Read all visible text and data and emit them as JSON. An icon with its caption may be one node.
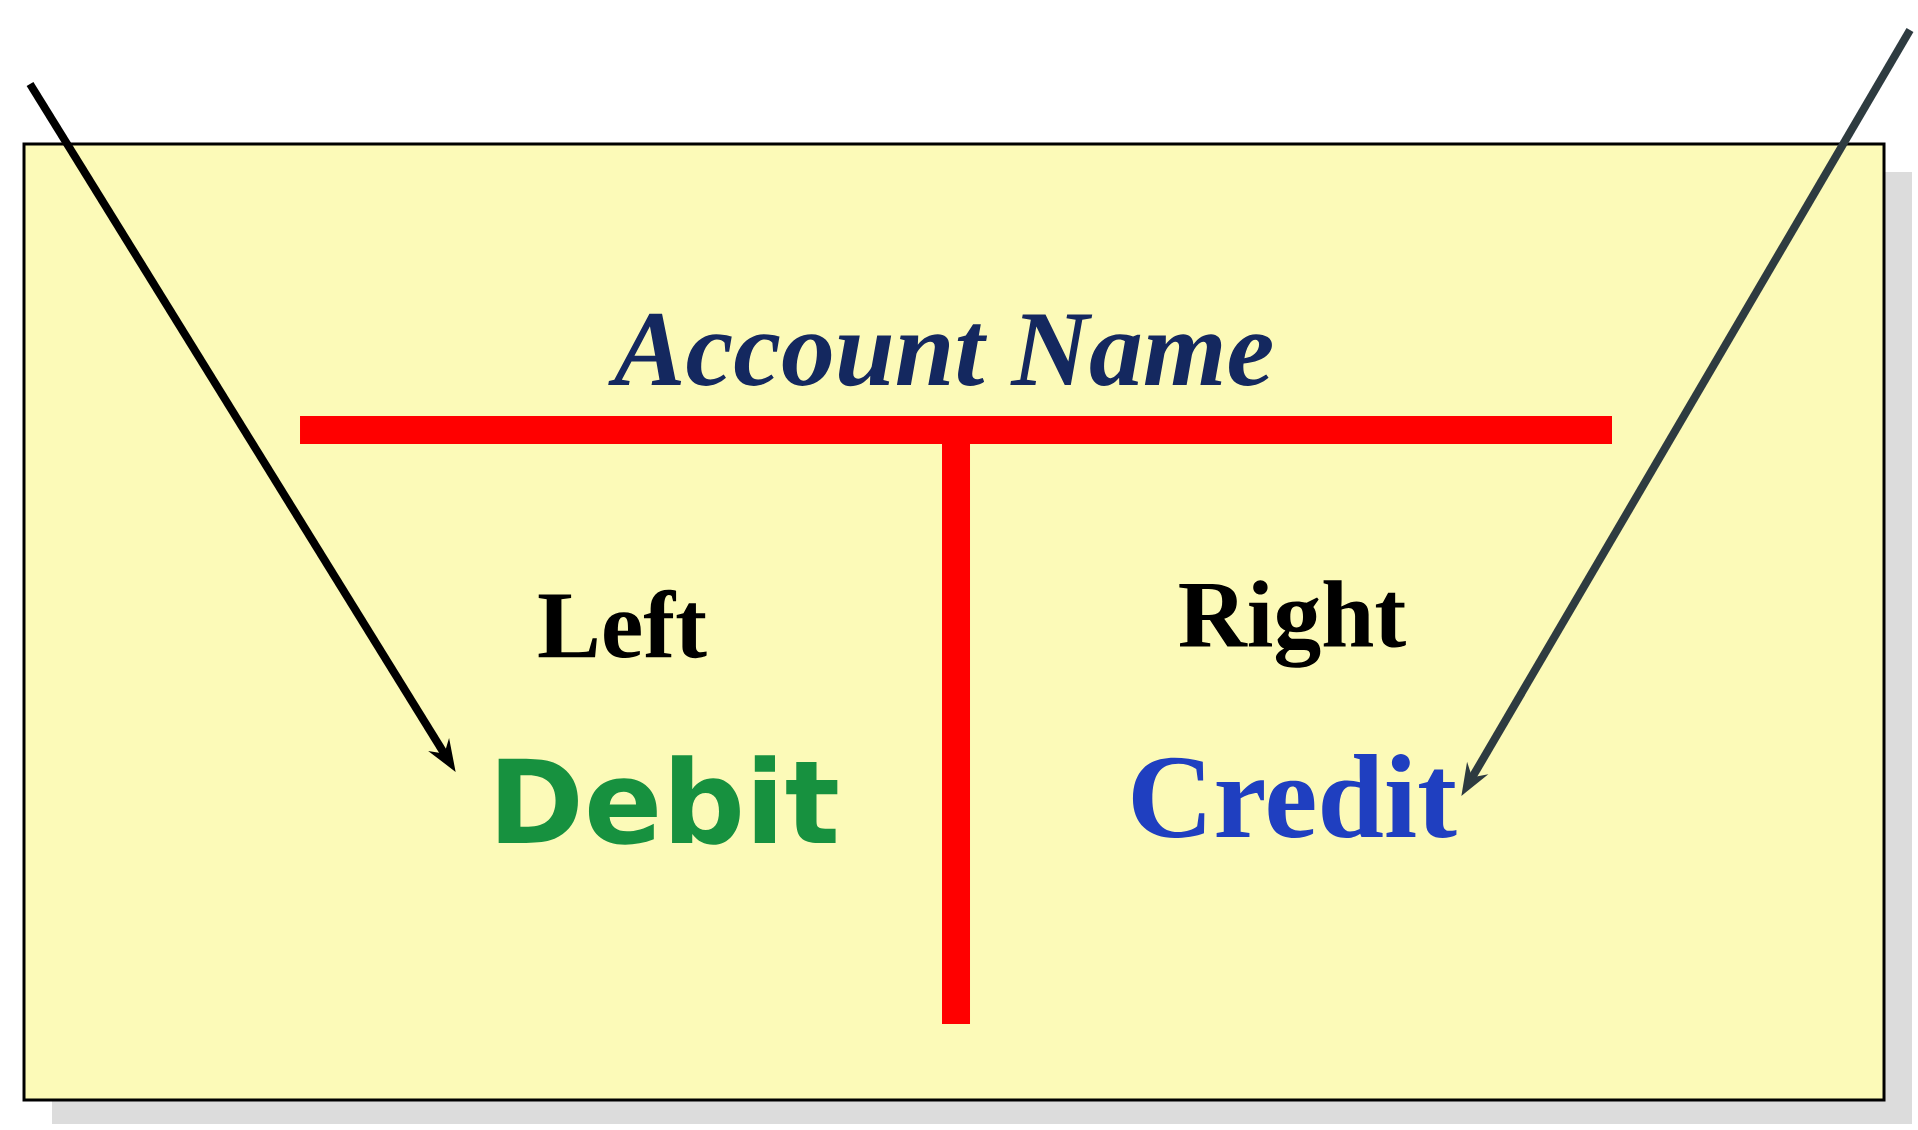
{
  "diagram": {
    "nodes": [
      {
        "text": [
          "Account Name",
          "Left",
          "Right"
        ]
      },
      {
        "text": [
          "Debit"
        ],
        "in": 0
      },
      {
        "text": [
          "Credit"
        ],
        "in": 0
      }
    ],
    "edges": [
      {
        "from": null,
        "to": 1,
        "arrow": "to"
      },
      {
        "from": null,
        "to": 2,
        "arrow": "to",
        "color": "#2e3b40"
      }
    ]
  }
}
